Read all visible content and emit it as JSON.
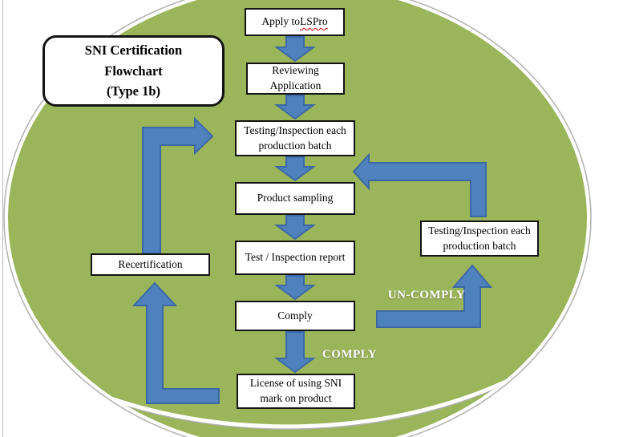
{
  "figure": {
    "type": "flowchart",
    "title": "SNI Certification\nFlowchart\n(Type 1b)"
  },
  "colors": {
    "ellipse_green": "#9bb55a",
    "arrow_fill": "#4f81bd",
    "arrow_stroke": "#3c69a4",
    "box_border": "#141414",
    "misspell_underline": "#d20000",
    "label_text": "#ffffff"
  },
  "nodes": {
    "apply": {
      "prefix": "Apply to ",
      "term": "LSPro"
    },
    "reviewing": {
      "label": "Reviewing Application"
    },
    "testing_main": {
      "label": "Testing/Inspection each production batch"
    },
    "product_sampling": {
      "label": "Product sampling"
    },
    "test_report": {
      "label": "Test / Inspection report"
    },
    "comply": {
      "label": "Comply"
    },
    "license": {
      "label": "License of using SNI mark on product"
    },
    "recertification": {
      "label": "Recertification"
    },
    "testing_branch": {
      "label": "Testing/Inspection each production batch"
    }
  },
  "branch_labels": {
    "un_comply": "UN-COMPLY",
    "comply": "COMPLY"
  }
}
